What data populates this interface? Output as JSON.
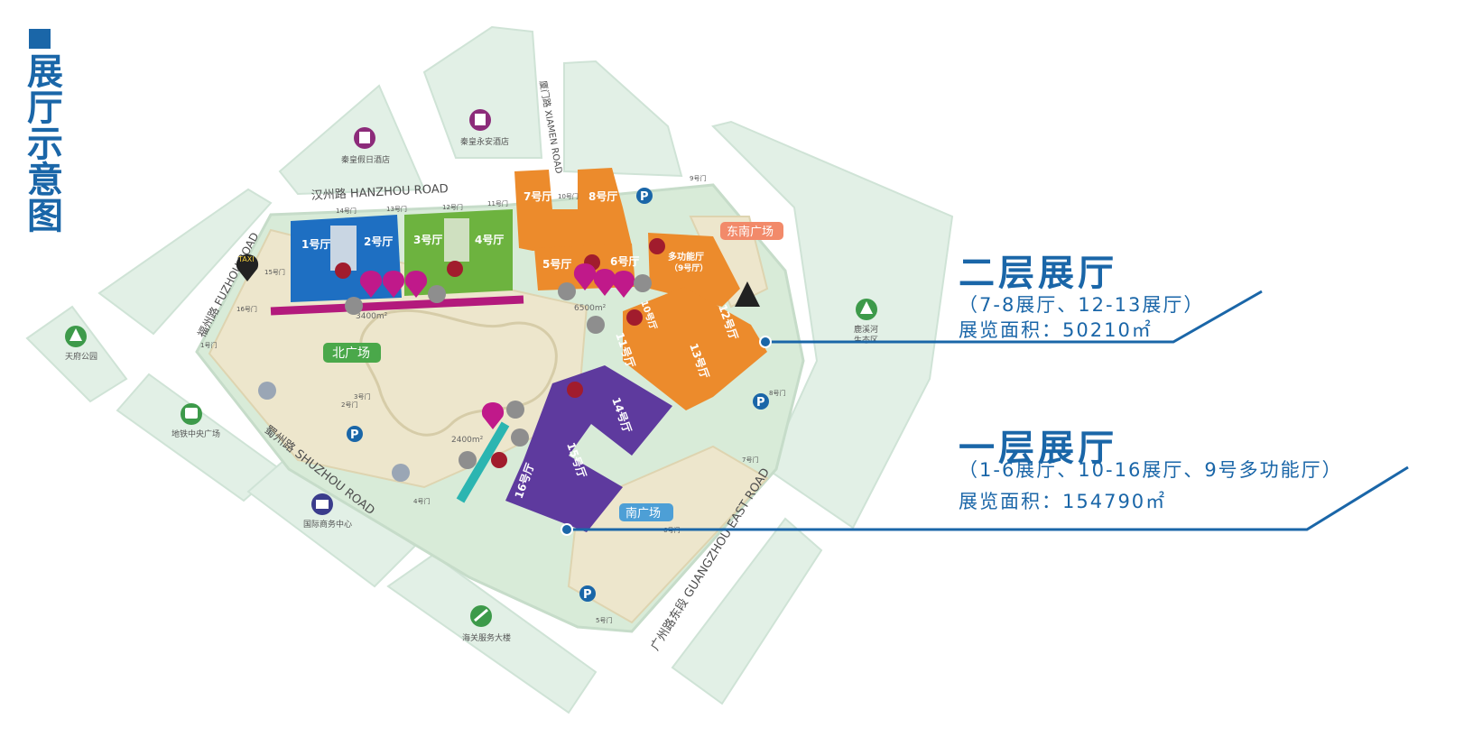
{
  "title": "展厅示意图",
  "roads": {
    "hanzhou": "汉州路 HANZHOU ROAD",
    "fuzhou": "福州路 FUZHOU ROAD",
    "shuzhou": "蜀州路 SHUZHOU ROAD",
    "xiamen": "厦门路 XIAMEN ROAD",
    "guangzhou": "广州路东段 GUANGZHOU EAST ROAD"
  },
  "halls": {
    "h1": "1号厅",
    "h2": "2号厅",
    "h3": "3号厅",
    "h4": "4号厅",
    "h5": "5号厅",
    "h6": "6号厅",
    "h7": "7号厅",
    "h8": "8号厅",
    "h10": "10号厅",
    "h11": "11号厅",
    "h12": "12号厅",
    "h13": "13号厅",
    "h14": "14号厅",
    "h15": "15号厅",
    "h16": "16号厅",
    "multi": "多功能厅",
    "multi_sub": "（9号厅）"
  },
  "plazas": {
    "north": "北广场",
    "southeast": "东南广场",
    "south": "南广场"
  },
  "areas": {
    "a3400": "3400m²",
    "a6500": "6500m²",
    "a2400": "2400m²"
  },
  "gates": [
    "1号门",
    "2号门",
    "3号门",
    "4号门",
    "5号门",
    "6号门",
    "7号门",
    "8号门",
    "9号门",
    "10号门",
    "11号门",
    "12号门",
    "13号门",
    "14号门",
    "15号门",
    "16号门"
  ],
  "landmarks": {
    "hotel1": "秦皇假日酒店",
    "hotel2": "秦皇永安酒店",
    "park": "天府公园",
    "metro": "地铁中央广场",
    "business": "国际商务中心",
    "customs": "海关服务大楼",
    "wetland_l1": "鹿溪河",
    "wetland_l2": "生态区"
  },
  "taxi": "TAXI",
  "parking": "P",
  "icons": [
    "hotel-icon",
    "tree-icon",
    "metro-icon",
    "briefcase-icon",
    "customs-icon",
    "bus-icon",
    "taxi-icon",
    "parking-icon",
    "first-aid-icon",
    "restaurant-icon",
    "escalator-icon",
    "fire-icon"
  ],
  "legend": {
    "upper_title": "二层展厅",
    "upper_sub": "（7-8展厅、12-13展厅）",
    "upper_area": "展览面积：50210㎡",
    "lower_title": "一层展厅",
    "lower_sub": "（1-6展厅、10-16展厅、9号多功能厅）",
    "lower_area": "展览面积：154790㎡"
  },
  "colors": {
    "title_blue": "#1a66a8",
    "hall_blue": "#1e6fc2",
    "hall_green": "#6db33f",
    "hall_orange": "#ec8b2c",
    "hall_purple": "#5e3a9e",
    "block_green": "#e2f0e6",
    "ground_beige": "#ede6cc",
    "accent_magenta": "#b31a7c",
    "firstaid_red": "#a11c2d"
  }
}
